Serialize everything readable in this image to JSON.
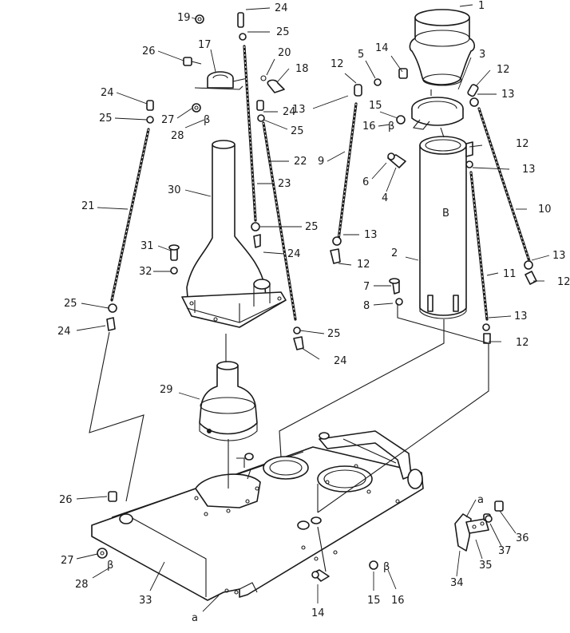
{
  "diagram": {
    "section_marks": {
      "a": "a",
      "B": "B",
      "beta": "β"
    },
    "callouts": {
      "c1": "1",
      "c2": "2",
      "c3": "3",
      "c4": "4",
      "c5": "5",
      "c6": "6",
      "c7": "7",
      "c8": "8",
      "c9": "9",
      "c10": "10",
      "c11": "11",
      "c12a": "12",
      "c12b": "12",
      "c12c": "12",
      "c12d": "12",
      "c12e": "12",
      "c12f": "12",
      "c13a": "13",
      "c13b": "13",
      "c13c": "13",
      "c13d": "13",
      "c13e": "13",
      "c13f": "13",
      "c14a": "14",
      "c14b": "14",
      "c15a": "15",
      "c15b": "15",
      "c16a": "16",
      "c16b": "16",
      "c17": "17",
      "c18": "18",
      "c19": "19",
      "c20": "20",
      "c21": "21",
      "c22": "22",
      "c23": "23",
      "c24a": "24",
      "c24b": "24",
      "c24c": "24",
      "c24d": "24",
      "c24e": "24",
      "c24f": "24",
      "c25a": "25",
      "c25b": "25",
      "c25c": "25",
      "c25d": "25",
      "c25e": "25",
      "c25f": "25",
      "c26a": "26",
      "c26b": "26",
      "c27a": "27",
      "c27b": "27",
      "c28a": "28",
      "c28b": "28",
      "c29": "29",
      "c30": "30",
      "c31": "31",
      "c32": "32",
      "c33": "33",
      "c34": "34",
      "c35": "35",
      "c36": "36",
      "c37": "37"
    }
  }
}
